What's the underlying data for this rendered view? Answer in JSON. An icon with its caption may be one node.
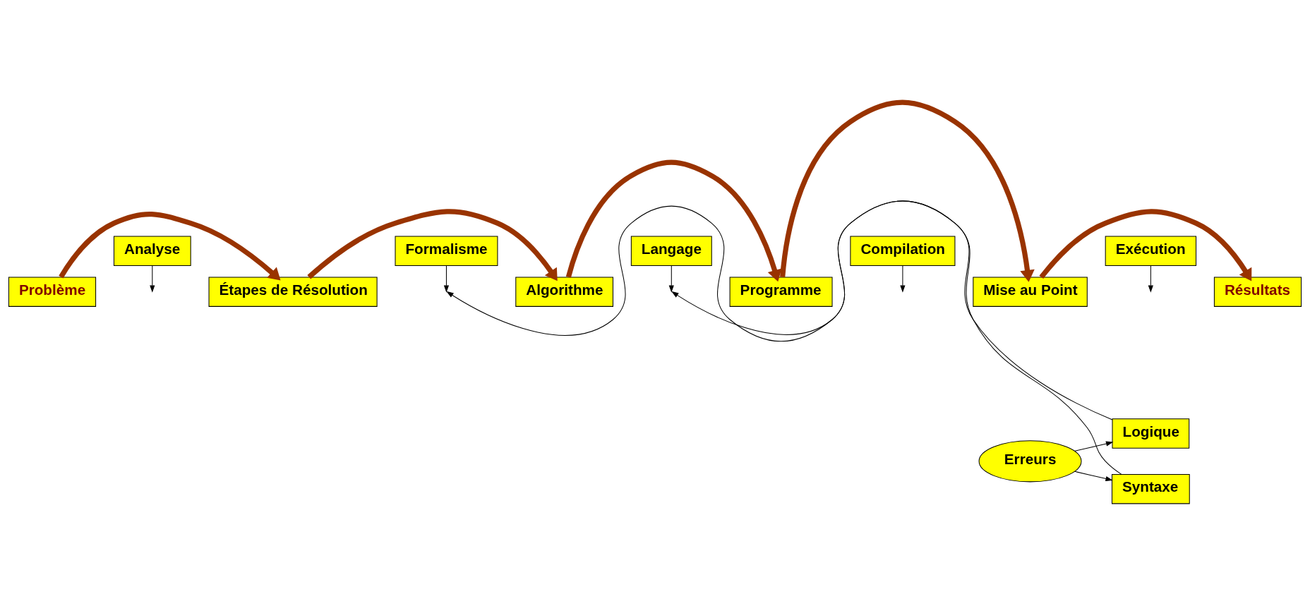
{
  "diagram": {
    "nodes": [
      {
        "text": [
          "Problème"
        ]
      },
      {
        "text": [
          "Étapes de Résolution"
        ]
      },
      {
        "text": [
          "Algorithme"
        ]
      },
      {
        "text": [
          "Programme"
        ]
      },
      {
        "text": [
          "Mise au Point"
        ]
      },
      {
        "text": [
          "Résultats"
        ]
      },
      {
        "text": [
          "Analyse"
        ]
      },
      {
        "text": [
          "Formalisme"
        ]
      },
      {
        "text": [
          "Langage"
        ]
      },
      {
        "text": [
          "Compilation"
        ]
      },
      {
        "text": [
          "Exécution"
        ]
      },
      {
        "text": [
          "Erreurs"
        ]
      },
      {
        "text": [
          "Syntaxe"
        ]
      },
      {
        "text": [
          "Logique"
        ]
      }
    ],
    "edges": [
      {
        "from": 0,
        "to": 1,
        "arrow": "to",
        "style": "thick",
        "color": "#993300"
      },
      {
        "from": 1,
        "to": 2,
        "arrow": "to",
        "style": "thick",
        "color": "#993300"
      },
      {
        "from": 2,
        "to": 3,
        "arrow": "to",
        "style": "thick",
        "color": "#993300"
      },
      {
        "from": 3,
        "to": 4,
        "arrow": "to",
        "style": "thick",
        "color": "#993300"
      },
      {
        "from": 4,
        "to": 5,
        "arrow": "to",
        "style": "thick",
        "color": "#993300"
      },
      {
        "from": 6,
        "to": null,
        "arrow": "to"
      },
      {
        "from": 7,
        "to": null,
        "arrow": "to"
      },
      {
        "from": 8,
        "to": null,
        "arrow": "to"
      },
      {
        "from": 9,
        "to": null,
        "arrow": "to"
      },
      {
        "from": 10,
        "to": null,
        "arrow": "to"
      },
      {
        "from": 11,
        "to": 12,
        "arrow": "to"
      },
      {
        "from": 11,
        "to": 13,
        "arrow": "to"
      },
      {
        "from": 12,
        "to": null,
        "arrow": "to"
      },
      {
        "from": 13,
        "to": null,
        "arrow": "to"
      }
    ]
  }
}
